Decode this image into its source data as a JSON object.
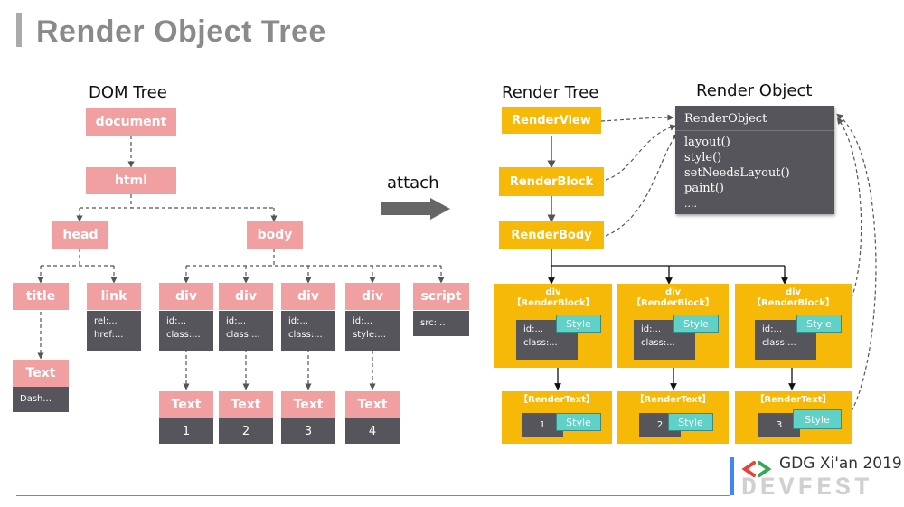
{
  "slide": {
    "title": "Render Object Tree"
  },
  "labels": {
    "dom_tree": "DOM Tree",
    "render_tree": "Render Tree",
    "render_object": "Render Object",
    "attach": "attach"
  },
  "dom": {
    "document": "document",
    "html": "html",
    "head": "head",
    "body": "body",
    "title": "title",
    "link": "link",
    "link_attrs": "rel:...\nhref:...",
    "text_title": "Text",
    "text_title_value": "Dash...",
    "divs": [
      {
        "label": "div",
        "attrs": "id:...\nclass:..."
      },
      {
        "label": "div",
        "attrs": "id:...\nclass:..."
      },
      {
        "label": "div",
        "attrs": "id:...\nclass:..."
      },
      {
        "label": "div",
        "attrs": "id:...\nstyle:..."
      }
    ],
    "script": "script",
    "script_attrs": "src:...",
    "texts": [
      {
        "label": "Text",
        "value": "1"
      },
      {
        "label": "Text",
        "value": "2"
      },
      {
        "label": "Text",
        "value": "3"
      },
      {
        "label": "Text",
        "value": "4"
      }
    ]
  },
  "render": {
    "view": "RenderView",
    "block": "RenderBlock",
    "body": "RenderBody",
    "blocks": [
      {
        "title": "div\n【RenderBlock】",
        "attrs": "id:...\nclass:...",
        "style": "Style"
      },
      {
        "title": "div\n【RenderBlock】",
        "attrs": "id:...\nclass:...",
        "style": "Style"
      },
      {
        "title": "div\n【RenderBlock】",
        "attrs": "id:...\nclass:...",
        "style": "Style"
      }
    ],
    "texts": [
      {
        "title": "【RenderText】",
        "value": "1",
        "style": "Style"
      },
      {
        "title": "【RenderText】",
        "value": "2",
        "style": "Style"
      },
      {
        "title": "【RenderText】",
        "value": "3",
        "style": "Style"
      }
    ]
  },
  "render_object": {
    "name": "RenderObject",
    "methods": [
      "layout()",
      "style()",
      "setNeedsLayout()",
      "paint()",
      "...."
    ]
  },
  "branding": {
    "gdg": "GDG Xi'an 2019",
    "devfest": "DEVFEST"
  },
  "colors": {
    "dom_node": "#f0a0a0",
    "render_node": "#f6b908",
    "attr_box": "#55555b",
    "style_tag": "#5fd1c7"
  }
}
